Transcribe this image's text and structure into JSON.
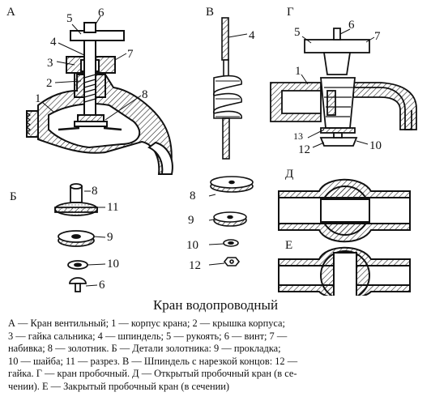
{
  "figure": {
    "caption": "Кран водопроводный",
    "legend_lines": [
      "А — Кран вентильный; 1 — корпус крана; 2 — крышка корпуса;",
      "3 — гайка сальника; 4 — шпиндель; 5 — рукоять; 6 — винт; 7 —",
      "набивка; 8 — золотник. Б — Детали золотника: 9 — прокладка;",
      "10 — шайба; 11 — разрез. В — Шпиндель с нарезкой концов: 12 —",
      "гайка. Г — кран пробочный. Д — Открытый пробочный кран (в се-",
      "чении). Е — Закрытый пробочный кран (в сечении)"
    ]
  },
  "panels": {
    "a": {
      "letter": "А",
      "labels": [
        "5",
        "6",
        "4",
        "3",
        "7",
        "2",
        "1",
        "8"
      ]
    },
    "b": {
      "letter": "Б",
      "labels": [
        "8",
        "11",
        "9",
        "10",
        "6"
      ]
    },
    "v": {
      "letter": "В",
      "labels": [
        "4",
        "8",
        "9",
        "10",
        "12"
      ]
    },
    "g": {
      "letter": "Г",
      "labels": [
        "5",
        "6",
        "7",
        "1",
        "13",
        "12",
        "10"
      ]
    },
    "d": {
      "letter": "Д"
    },
    "e": {
      "letter": "Е"
    }
  },
  "icons": [
    "valve-tap",
    "valve-parts",
    "spindle",
    "plug-tap",
    "plug-open-section",
    "plug-closed-section"
  ]
}
